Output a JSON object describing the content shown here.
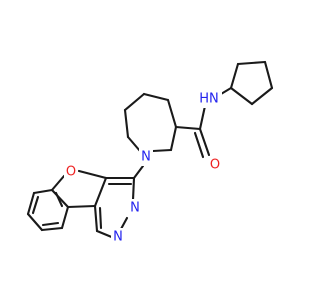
{
  "colors": {
    "background": "#ffffff",
    "bond": "#1a1a1a",
    "carbon": "#1a1a1a",
    "nitrogen": "#2222ee",
    "oxygen": "#ee2222"
  },
  "labels": {
    "amide_nh": "HN",
    "amide_o": "O",
    "piperidine_n": "N",
    "furan_o": "O",
    "pyrimidine_n1": "N",
    "pyrimidine_n2": "N"
  }
}
